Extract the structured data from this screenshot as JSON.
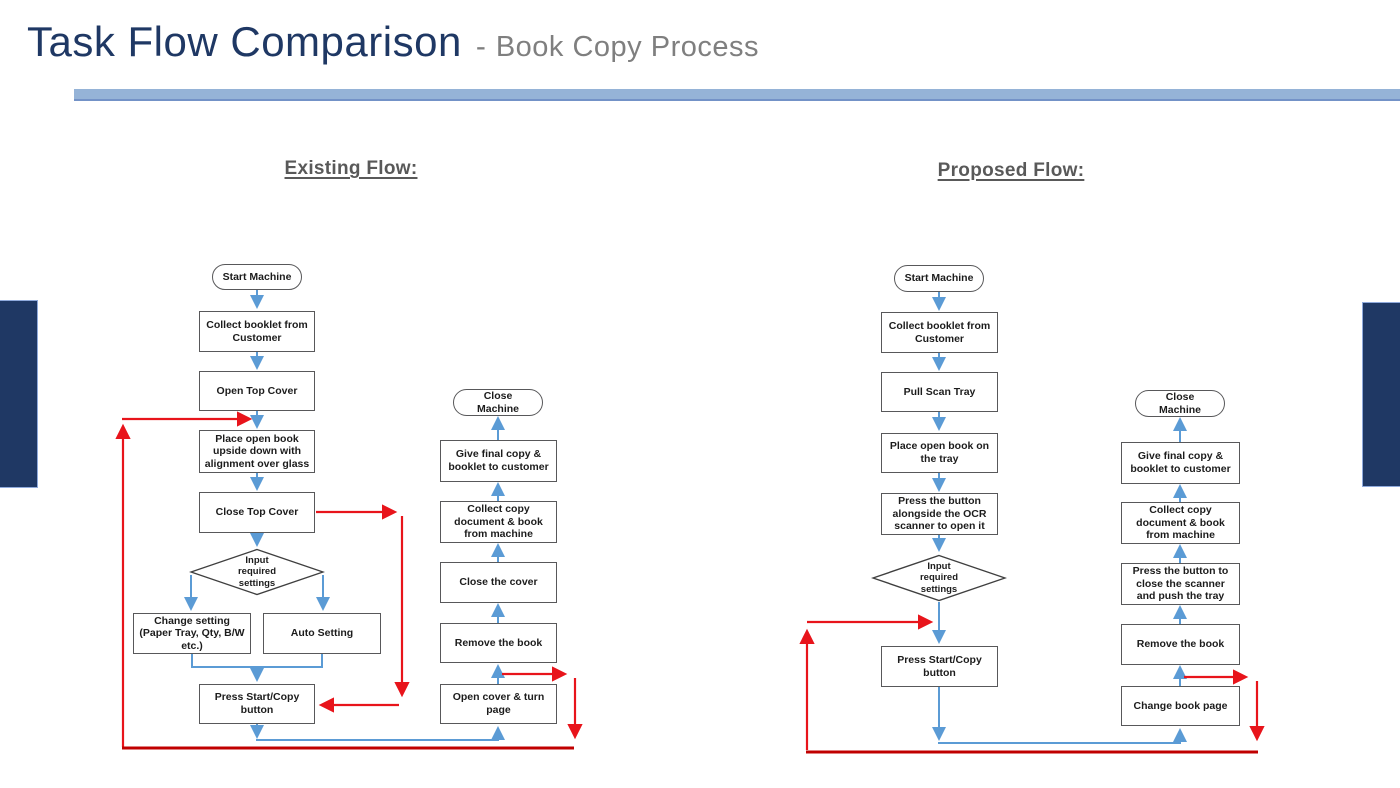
{
  "slide": {
    "title": "Task Flow Comparison",
    "title_separator": "-",
    "subtitle": "Book Copy Process"
  },
  "flows": {
    "existing": {
      "heading": "Existing Flow:",
      "nodes": [
        {
          "id": "start",
          "shape": "terminator",
          "label": "Start Machine"
        },
        {
          "id": "collect-booklet",
          "shape": "process",
          "label": "Collect booklet from Customer"
        },
        {
          "id": "open-top-cover",
          "shape": "process",
          "label": "Open Top Cover"
        },
        {
          "id": "place-open-book",
          "shape": "process",
          "label": "Place open book upside down with alignment over glass"
        },
        {
          "id": "close-top-cover",
          "shape": "process",
          "label": "Close Top Cover"
        },
        {
          "id": "input-settings",
          "shape": "decision",
          "label": "Input required settings"
        },
        {
          "id": "change-setting",
          "shape": "process",
          "label": "Change setting (Paper Tray, Qty, B/W etc.)"
        },
        {
          "id": "auto-setting",
          "shape": "process",
          "label": "Auto Setting"
        },
        {
          "id": "press-start-copy",
          "shape": "process",
          "label": "Press Start/Copy button"
        },
        {
          "id": "close-machine",
          "shape": "terminator",
          "label": "Close Machine"
        },
        {
          "id": "give-final-copy",
          "shape": "process",
          "label": "Give final copy & booklet to customer"
        },
        {
          "id": "collect-copy",
          "shape": "process",
          "label": "Collect copy document & book from machine"
        },
        {
          "id": "close-the-cover",
          "shape": "process",
          "label": "Close the cover"
        },
        {
          "id": "remove-the-book",
          "shape": "process",
          "label": "Remove the book"
        },
        {
          "id": "open-cover-turn-page",
          "shape": "process",
          "label": "Open cover & turn page"
        }
      ]
    },
    "proposed": {
      "heading": "Proposed Flow:",
      "nodes": [
        {
          "id": "start",
          "shape": "terminator",
          "label": "Start Machine"
        },
        {
          "id": "collect-booklet",
          "shape": "process",
          "label": "Collect booklet from Customer"
        },
        {
          "id": "pull-scan-tray",
          "shape": "process",
          "label": "Pull Scan Tray"
        },
        {
          "id": "place-open-book",
          "shape": "process",
          "label": "Place open book on the tray"
        },
        {
          "id": "press-button-ocr",
          "shape": "process",
          "label": "Press the button alongside the OCR scanner to open it"
        },
        {
          "id": "input-settings",
          "shape": "decision",
          "label": "Input required settings"
        },
        {
          "id": "press-start-copy",
          "shape": "process",
          "label": "Press Start/Copy button"
        },
        {
          "id": "close-machine",
          "shape": "terminator",
          "label": "Close Machine"
        },
        {
          "id": "give-final-copy",
          "shape": "process",
          "label": "Give final copy & booklet to customer"
        },
        {
          "id": "collect-copy",
          "shape": "process",
          "label": "Collect copy document & book from machine"
        },
        {
          "id": "press-button-close",
          "shape": "process",
          "label": "Press the button to close the scanner and push the tray"
        },
        {
          "id": "remove-the-book",
          "shape": "process",
          "label": "Remove the book"
        },
        {
          "id": "change-book-page",
          "shape": "process",
          "label": "Change book page"
        }
      ]
    }
  },
  "colors": {
    "title": "#1F3864",
    "subtitle": "#7F7F7F",
    "accent_bar": "#95B3D7",
    "side_block": "#1F3864",
    "heading_text": "#595959",
    "connector_blue": "#5B9BD5",
    "connector_red": "#E8141B",
    "connector_dark_red": "#C00000",
    "node_border": "#58585A"
  }
}
